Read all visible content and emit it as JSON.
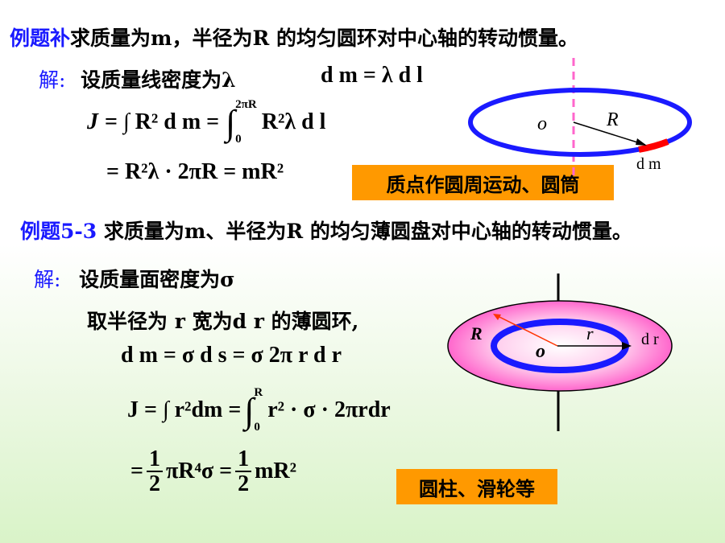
{
  "ex1": {
    "label": "例题补",
    "text": "求质量为m，半径为R 的均匀圆环对中心轴的转动惯量。"
  },
  "sol1": {
    "label": "解:",
    "text": "设质量线密度为λ",
    "eq_dm": "d m = λ d l",
    "eq_J_lhs": "J",
    "eq_J_mid": "= ∫ R² d m =",
    "eq_J_int_upper": "2πR",
    "eq_J_int_lower": "0",
    "eq_J_rhs": "R²λ d l",
    "eq_result": "= R²λ · 2πR = mR²"
  },
  "box1": "质点作圆周运动、圆筒",
  "fig1": {
    "o": "o",
    "R": "R",
    "dm": "d m"
  },
  "ex2": {
    "label": "例题5-3",
    "text": "求质量为m、半径为R 的均匀薄圆盘对中心轴的转动惯量。"
  },
  "sol2": {
    "label": "解:",
    "text": "设质量面密度为σ",
    "step": "取半径为 r 宽为d r 的薄圆环,",
    "eq_dm": "d m = σ d s = σ 2π r d r",
    "eq_J_left": "J = ∫ r²dm =",
    "eq_J_int_upper": "R",
    "eq_J_int_lower": "0",
    "eq_J_right": "r² · σ · 2πrdr",
    "eq_res_eq": "=",
    "eq_res_num": "1",
    "eq_res_den": "2",
    "eq_res_mid": "πR⁴σ =",
    "eq_res_num2": "1",
    "eq_res_den2": "2",
    "eq_res_end": "mR²"
  },
  "box2": "圆柱、滑轮等",
  "fig2": {
    "R": "R",
    "o": "o",
    "r": "r",
    "dr": "d r"
  },
  "colors": {
    "blue": "#1a1aff",
    "orange": "#ff9900",
    "pink": "#ff66cc",
    "red": "#ff0000"
  }
}
